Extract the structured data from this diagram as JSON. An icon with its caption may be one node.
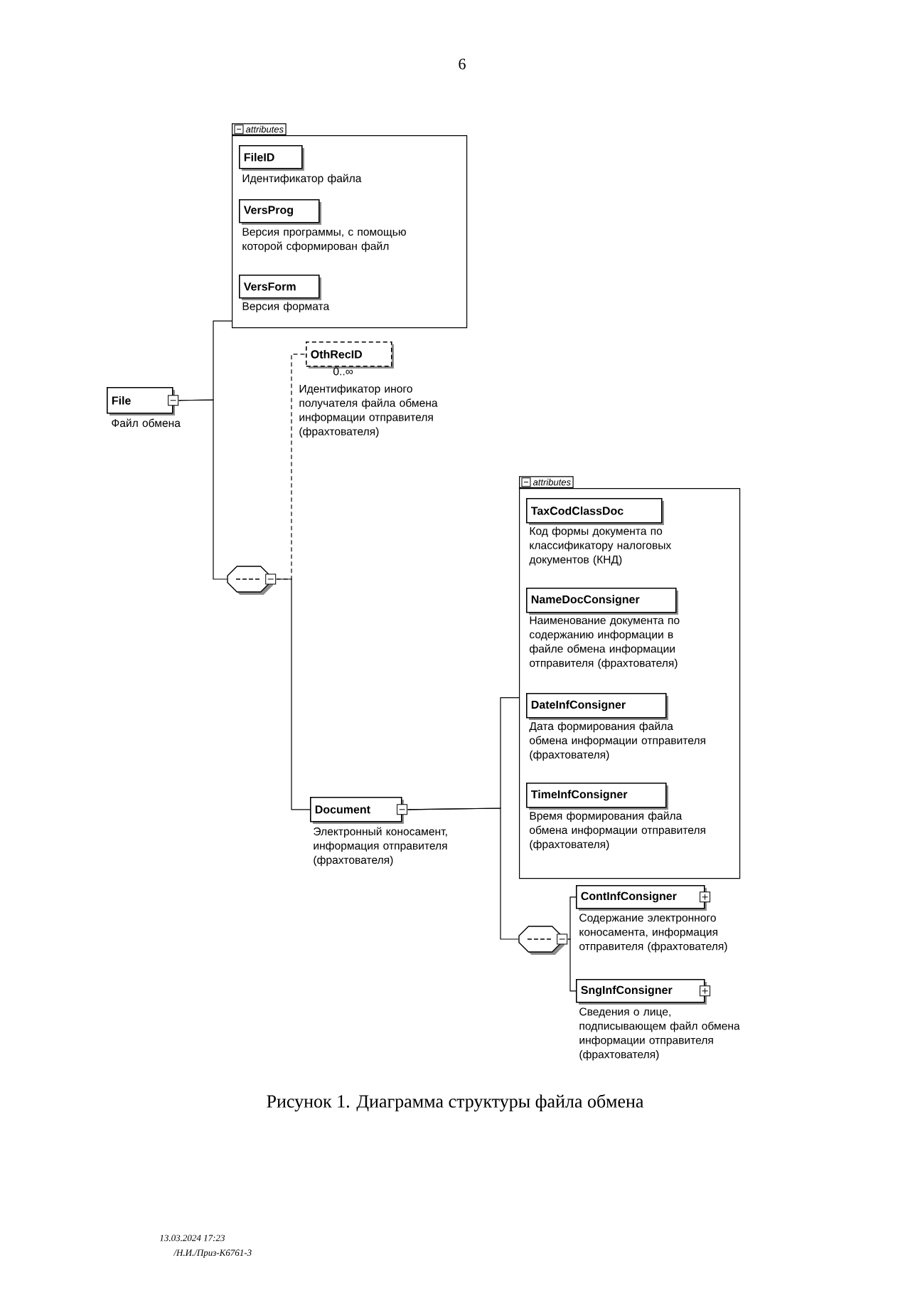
{
  "diagram": {
    "caption": "Рисунок 1. Диаграмма структуры файла обмена",
    "nodes": [
      {
        "text": [
          "File"
        ],
        "beside": [
          "Файл обмена"
        ]
      },
      {
        "text": [
          "attributes"
        ]
      },
      {
        "text": [
          "FileID"
        ],
        "beside": [
          "Идентификатор файла"
        ],
        "in": 1
      },
      {
        "text": [
          "VersProg"
        ],
        "beside": [
          "Версия программы, с помощью которой сформирован файл"
        ],
        "in": 1
      },
      {
        "text": [
          "VersForm"
        ],
        "beside": [
          "Версия формата"
        ],
        "in": 1
      },
      {
        "text": [],
        "shape": "octagon"
      },
      {
        "text": [
          "OthRecID"
        ],
        "beside": [
          "0..∞",
          "Идентификатор иного получателя файла обмена информации отправителя (фрахтователя)"
        ]
      },
      {
        "text": [
          "Document"
        ],
        "beside": [
          "Электронный коносамент, информация отправителя (фрахтователя)"
        ]
      },
      {
        "text": [
          "attributes"
        ]
      },
      {
        "text": [
          "TaxCodClassDoc"
        ],
        "beside": [
          "Код формы документа по классификатору налоговых документов (КНД)"
        ],
        "in": 8
      },
      {
        "text": [
          "NameDocConsigner"
        ],
        "beside": [
          "Наименование документа по содержанию информации в файле обмена информации отправителя (фрахтователя)"
        ],
        "in": 8
      },
      {
        "text": [
          "DateInfConsigner"
        ],
        "beside": [
          "Дата формирования файла обмена информации отправителя (фрахтователя)"
        ],
        "in": 8
      },
      {
        "text": [
          "TimeInfConsigner"
        ],
        "beside": [
          "Время формирования файла обмена информации отправителя (фрахтователя)"
        ],
        "in": 8
      },
      {
        "text": [],
        "shape": "octagon"
      },
      {
        "text": [
          "ContInfConsigner"
        ],
        "beside": [
          "Содержание электронного коносамента, информация отправителя (фрахтователя)"
        ]
      },
      {
        "text": [
          "SngInfConsigner"
        ],
        "beside": [
          "Сведения о лице, подписывающем файл обмена информации отправителя (фрахтователя)"
        ]
      }
    ],
    "edges": [
      {
        "from": 0,
        "to": 1,
        "arrow": "none"
      },
      {
        "from": 0,
        "to": 5,
        "arrow": "none"
      },
      {
        "from": 5,
        "to": 6,
        "arrow": "none",
        "style": "dashed"
      },
      {
        "from": 5,
        "to": 7,
        "arrow": "none"
      },
      {
        "from": 7,
        "to": 8,
        "arrow": "none"
      },
      {
        "from": 7,
        "to": 13,
        "arrow": "none"
      },
      {
        "from": 13,
        "to": 14,
        "arrow": "none"
      },
      {
        "from": 13,
        "to": 15,
        "arrow": "none"
      }
    ],
    "labels": [
      "6",
      "13.03.2024 17:23",
      "/Н.И./Приз-К6761-3"
    ]
  }
}
